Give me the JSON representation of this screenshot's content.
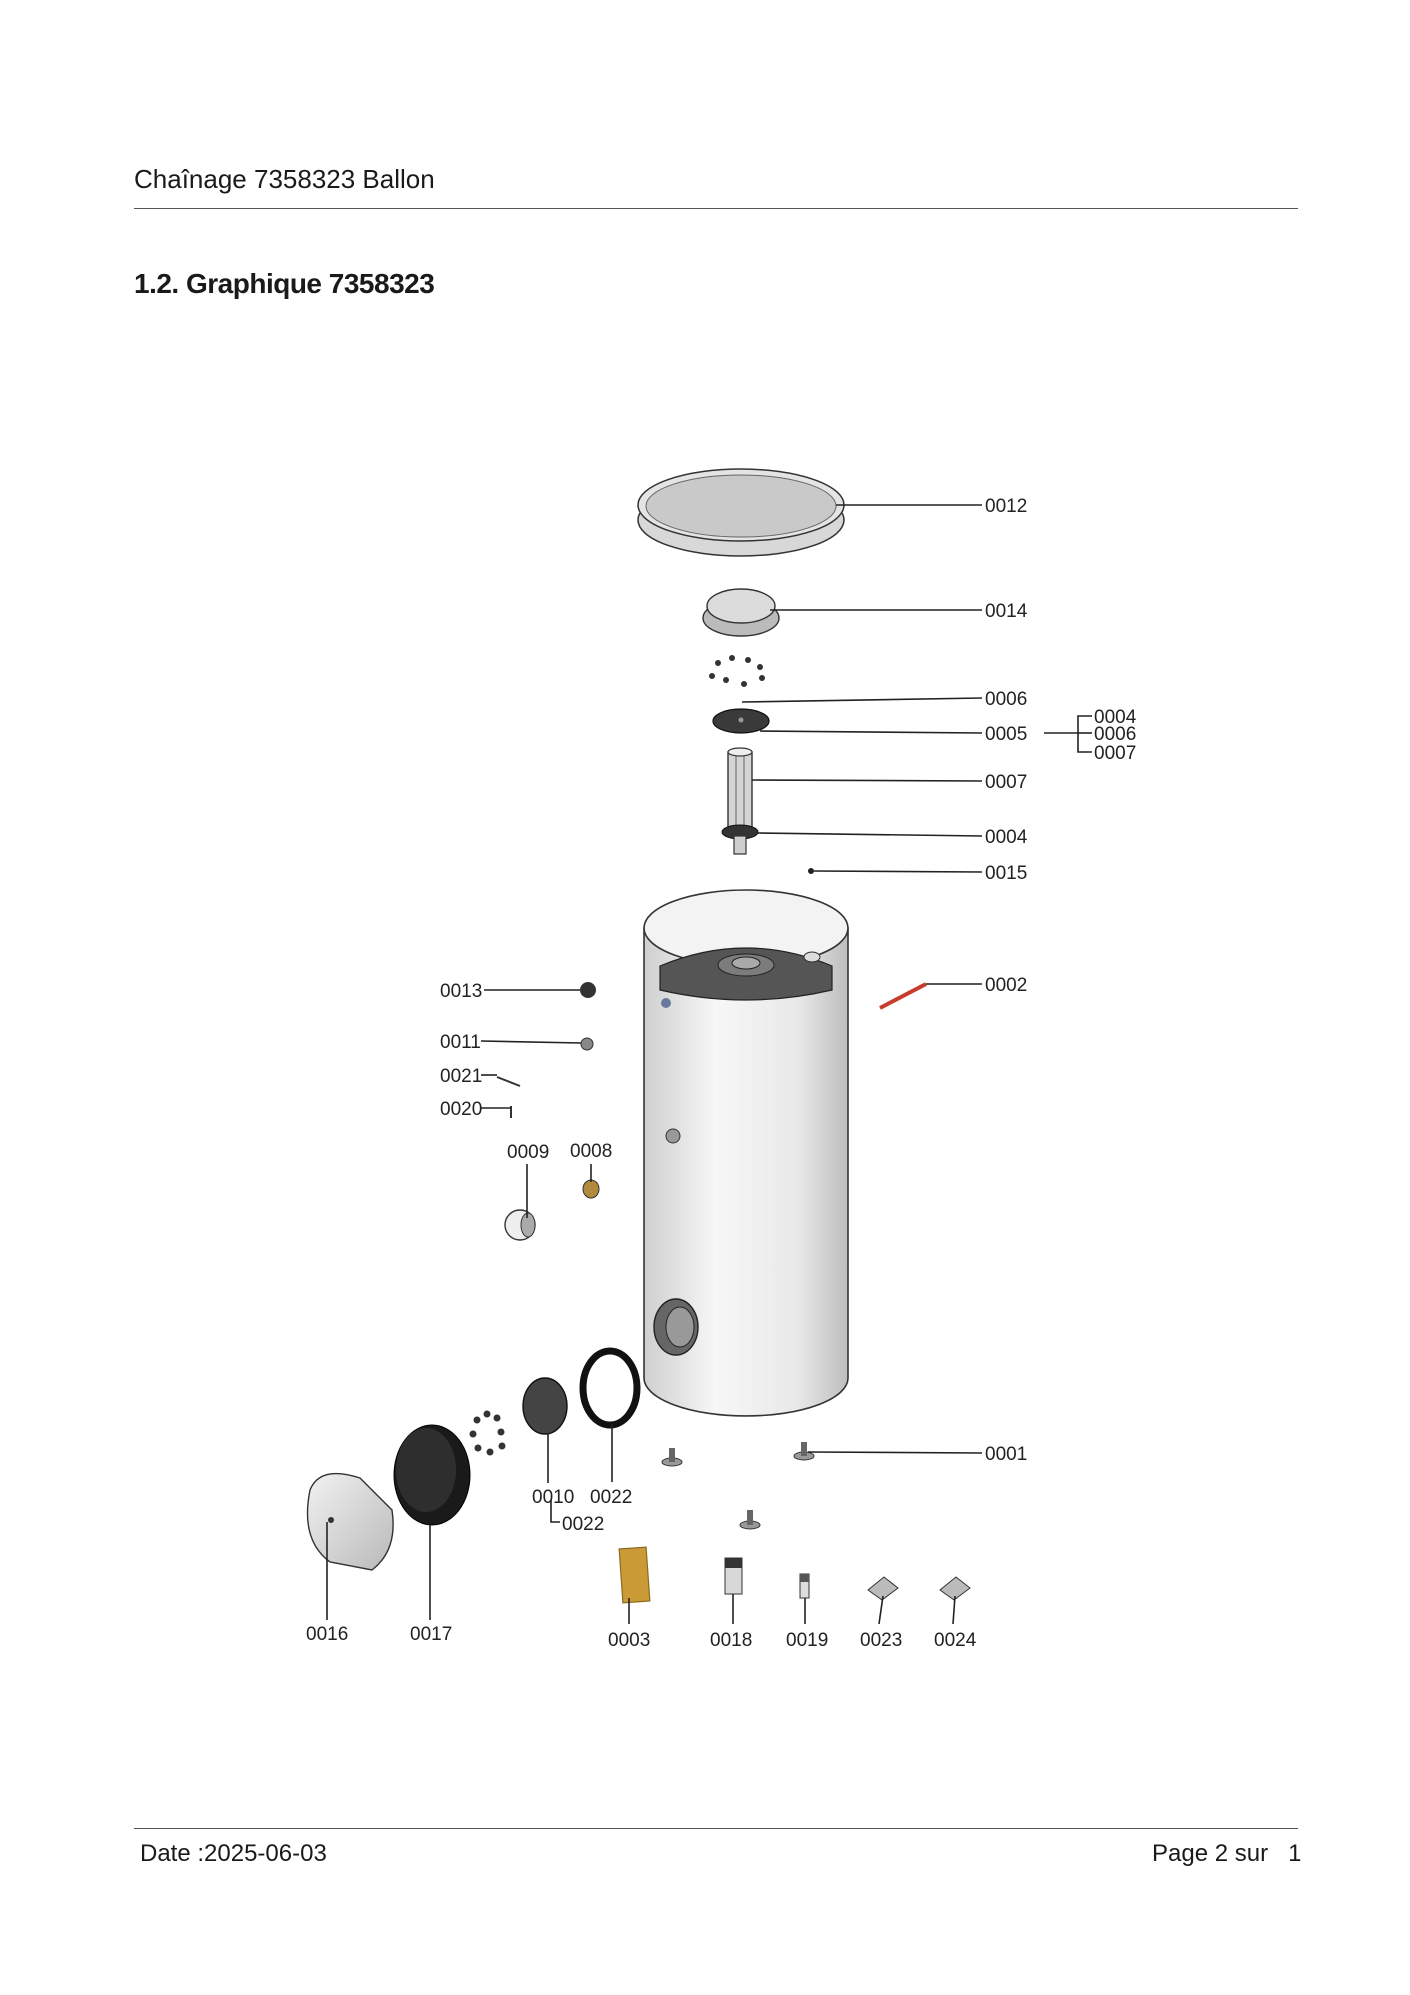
{
  "header": {
    "title": "Chaînage 7358323 Ballon"
  },
  "section": {
    "title": "1.2. Graphique 7358323"
  },
  "footer": {
    "date": "Date :2025-06-03",
    "page": "Page 2 sur   1"
  },
  "callouts": {
    "p0012": "0012",
    "p0014": "0014",
    "p0006": "0006",
    "p0005": "0005",
    "sub0004": "0004",
    "sub0006": "0006",
    "sub0007": "0007",
    "p0007": "0007",
    "p0004": "0004",
    "p0015": "0015",
    "p0002": "0002",
    "p0001": "0001",
    "p0013": "0013",
    "p0011": "0011",
    "p0021": "0021",
    "p0020": "0020",
    "p0009": "0009",
    "p0008": "0008",
    "p0010": "0010",
    "p0022a": "0022",
    "p0022b": "0022",
    "p0016": "0016",
    "p0017": "0017",
    "p0003": "0003",
    "p0018": "0018",
    "p0019": "0019",
    "p0023": "0023",
    "p0024": "0024"
  }
}
